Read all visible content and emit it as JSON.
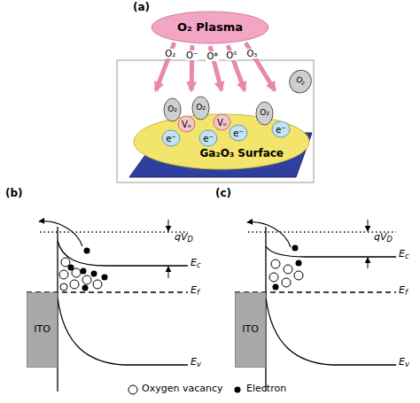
{
  "diagram": {
    "nodes": [
      {
        "text": [
          "O₂ Plasma"
        ]
      },
      {
        "text": [
          "Ga₂O₃ Surface"
        ]
      },
      {
        "text": [
          "O₂"
        ],
        "in": 1
      },
      {
        "text": [
          "O₂"
        ],
        "in": 1
      },
      {
        "text": [
          "O₂"
        ],
        "in": 1
      },
      {
        "text": [
          "O₂"
        ]
      },
      {
        "text": [
          "Vₒ"
        ],
        "in": 1
      },
      {
        "text": [
          "Vₒ"
        ],
        "in": 1
      },
      {
        "text": [
          "e⁻"
        ],
        "in": 1
      },
      {
        "text": [
          "e⁻"
        ],
        "in": 1
      },
      {
        "text": [
          "e⁻"
        ],
        "in": 1
      },
      {
        "text": [
          "e⁻"
        ],
        "in": 1
      },
      {
        "text": [
          "ITO"
        ]
      },
      {
        "text": [
          "ITO"
        ]
      }
    ],
    "edges": [
      {
        "from": 0,
        "to": 1,
        "arrow": "to",
        "label": "O₂"
      },
      {
        "from": 0,
        "to": 1,
        "arrow": "to",
        "label": "O⁻"
      },
      {
        "from": 0,
        "to": 1,
        "arrow": "to",
        "label": "O*"
      },
      {
        "from": 0,
        "to": 1,
        "arrow": "to",
        "label": "O⁰"
      },
      {
        "from": 0,
        "to": 1,
        "arrow": "to",
        "label": "O₃"
      }
    ],
    "labels": [
      "(a)",
      "(b)",
      "(c)",
      "qVD",
      "Ec",
      "Ef",
      "Ev",
      "qVD",
      "Ec",
      "Ef",
      "Ev"
    ],
    "legend": [
      {
        "text": "Oxygen vacancy"
      },
      {
        "text": "Electron"
      }
    ]
  }
}
